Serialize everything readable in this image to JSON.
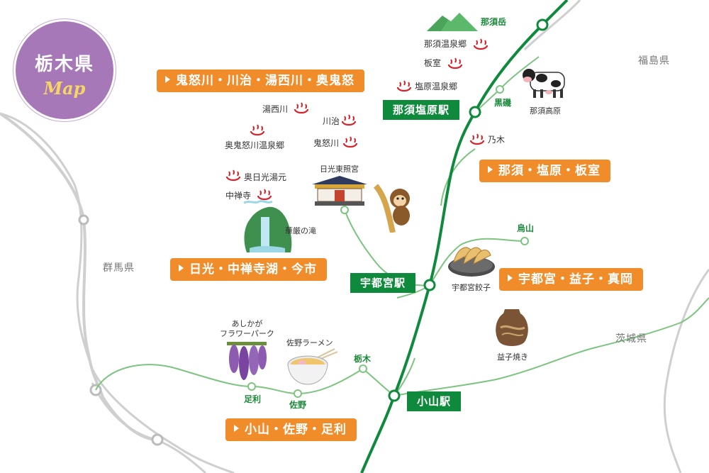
{
  "badge": {
    "title": "栃木県",
    "subtitle": "Map"
  },
  "prefectures": {
    "fukushima": "福島県",
    "gunma": "群馬県",
    "ibaraki": "茨城県"
  },
  "regions": {
    "kinugawa": "鬼怒川・川治・湯西川・奥鬼怒",
    "nasu": "那須・塩原・板室",
    "nikko": "日光・中禅寺湖・今市",
    "utsunomiya": "宇都宮・益子・真岡",
    "oyama": "小山・佐野・足利"
  },
  "stations": {
    "nasushiobara": "那須塩原駅",
    "utsunomiya": "宇都宮駅",
    "oyama": "小山駅"
  },
  "places": {
    "nasudake": "那須岳",
    "nasu_onsen": "那須温泉郷",
    "itamuro": "板室",
    "shiobara_onsen": "塩原温泉郷",
    "kuroiso": "黒磯",
    "nasu_kogen": "那須高原",
    "nogi": "乃木",
    "yunishigawa": "湯西川",
    "kawaji": "川治",
    "okukinu": "奥鬼怒川温泉郷",
    "kinugawa": "鬼怒川",
    "okunikko": "奥日光湯元",
    "chuzenji": "中禅寺",
    "toshogu": "日光東照宮",
    "kegon": "華厳の滝",
    "karasuyama": "烏山",
    "gyoza": "宇都宮餃子",
    "mashiko": "益子焼き",
    "ashikaga_park": "あしかが\nフラワーパーク",
    "sano_ramen": "佐野ラーメン",
    "tochigi": "栃木",
    "ashikaga": "足利",
    "sano": "佐野"
  },
  "colors": {
    "rail": "#0f8a3c",
    "local_line": "#7cc47f",
    "region": "#f08c2a",
    "border": "#cfcfcf",
    "badge": "#a678b8",
    "onsen": "#d6242a"
  },
  "icons": [
    "onsen-icon",
    "mountain-icon",
    "cow-icon",
    "monkey-icon",
    "shrine-icon",
    "waterfall-icon",
    "gyoza-icon",
    "pottery-icon",
    "wisteria-icon",
    "ramen-icon"
  ]
}
